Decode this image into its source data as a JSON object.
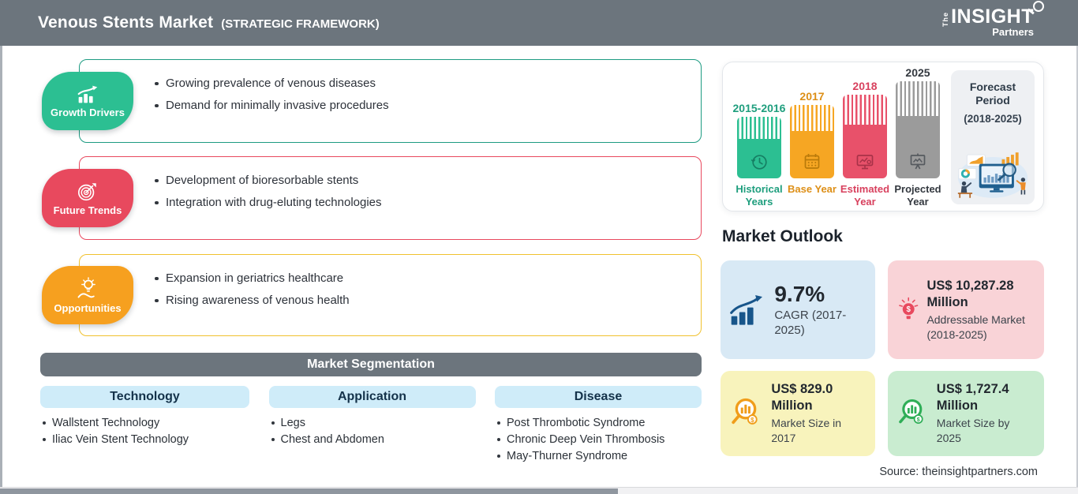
{
  "header": {
    "title": "Venous Stents Market",
    "subtitle": "(STRATEGIC FRAMEWORK)",
    "logo": {
      "the": "The",
      "insight": "INSIGHT",
      "partners": "Partners"
    }
  },
  "framework": {
    "sections": [
      {
        "label": "Growth Drivers",
        "icon": "growth-chart-icon",
        "badge_color": "#2cbf92",
        "border_color": "#1d9b82",
        "bullets": [
          "Growing prevalence of venous diseases",
          "Demand for minimally invasive procedures"
        ]
      },
      {
        "label": "Future Trends",
        "icon": "target-dart-icon",
        "badge_color": "#e8495e",
        "border_color": "#e8495e",
        "bullets": [
          "Development of bioresorbable stents",
          "Integration with drug-eluting technologies"
        ]
      },
      {
        "label": "Opportunities",
        "icon": "hand-lightbulb-icon",
        "badge_color": "#f6a01f",
        "border_color": "#f0c12e",
        "bullets": [
          "Expansion in geriatrics healthcare",
          "Rising awareness of venous health"
        ]
      }
    ]
  },
  "segmentation": {
    "title": "Market Segmentation",
    "columns": [
      {
        "header": "Technology",
        "items": [
          "Wallstent Technology",
          "Iliac Vein Stent Technology"
        ]
      },
      {
        "header": "Application",
        "items": [
          "Legs",
          "Chest and Abdomen"
        ]
      },
      {
        "header": "Disease",
        "items": [
          "Post Thrombotic Syndrome",
          "Chronic Deep Vein Thrombosis",
          "May-Thurner Syndrome"
        ]
      }
    ]
  },
  "timeline": {
    "bars": [
      {
        "year": "2015-2016",
        "caption": "Historical Years",
        "color": "#2cbf92",
        "text_color": "#1e9e7d",
        "icon": "history-clock-icon"
      },
      {
        "year": "2017",
        "caption": "Base Year",
        "color": "#f6a623",
        "text_color": "#dd8f17",
        "icon": "calendar-icon"
      },
      {
        "year": "2018",
        "caption": "Estimated Year",
        "color": "#e8516a",
        "text_color": "#d8415e",
        "icon": "monitor-analytics-icon"
      },
      {
        "year": "2025",
        "caption": "Projected Year",
        "color": "#9b9b9b",
        "text_color": "#33383f",
        "icon": "projection-screen-icon"
      }
    ],
    "forecast": {
      "title_line1": "Forecast",
      "title_line2": "Period",
      "range": "(2018-2025)"
    }
  },
  "outlook": {
    "title": "Market Outlook",
    "cards": [
      {
        "value": "9.7%",
        "label": "CAGR (2017-2025)",
        "bg": "#d8e9f5",
        "icon": "bar-chart-arrow-icon",
        "icon_color": "#17558a"
      },
      {
        "value": "US$ 10,287.28 Million",
        "label": "Addressable Market (2018-2025)",
        "bg": "#f9d3d7",
        "icon": "lightbulb-dollar-icon",
        "icon_color": "#e8495e"
      },
      {
        "value": "US$ 829.0 Million",
        "label": "Market Size in 2017",
        "bg": "#f8f3bc",
        "icon": "magnifier-chart-icon",
        "icon_color": "#f09d1a"
      },
      {
        "value": "US$ 1,727.4 Million",
        "label": "Market Size by 2025",
        "bg": "#c9ecd0",
        "icon": "magnifier-chart-icon",
        "icon_color": "#2fae57"
      }
    ]
  },
  "source": "Source: theinsightpartners.com",
  "chart_data": {
    "type": "bar",
    "title": "Venous Stents Market (Strategic Framework) timeline",
    "categories": [
      "2015-2016",
      "2017",
      "2018",
      "2025"
    ],
    "bar_roles": [
      "Historical Years",
      "Base Year",
      "Estimated Year",
      "Projected Year"
    ],
    "series": [
      {
        "name": "relative bar height (decorative timeline)",
        "values": [
          0.63,
          0.76,
          0.86,
          1.0
        ]
      }
    ],
    "forecast_period": "2018-2025",
    "key_metrics": {
      "cagr_percent_2017_2025": 9.7,
      "addressable_market_usd_million_2018_2025": 10287.28,
      "market_size_usd_million_2017": 829.0,
      "market_size_usd_million_2025": 1727.4
    },
    "legend_position": "none",
    "grid": false
  }
}
